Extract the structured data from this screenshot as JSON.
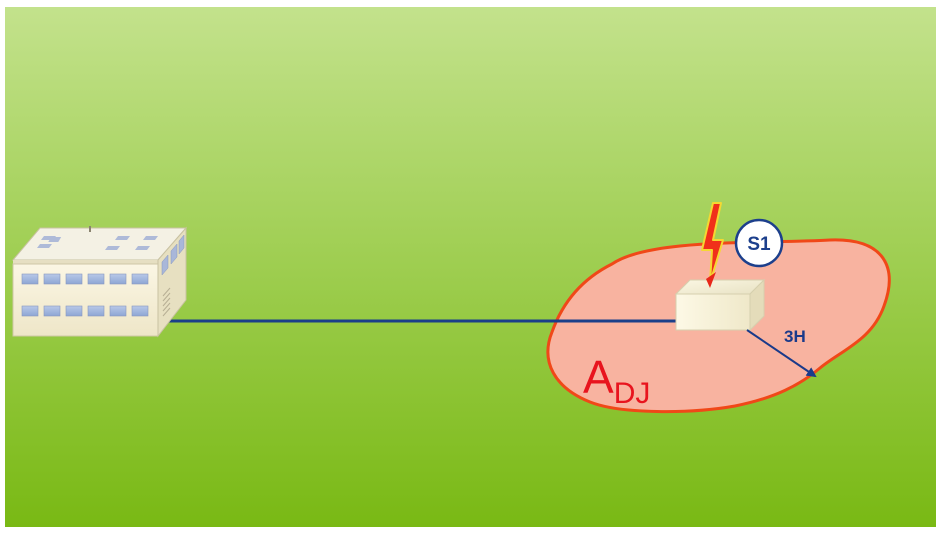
{
  "diagram": {
    "badge_label": "S1",
    "area_label_main": "A",
    "area_label_sub": "DJ",
    "distance_label": "3H"
  },
  "colors": {
    "background_top": "#c1e189",
    "background_bottom": "#7ab915",
    "area_fill": "#f8b4a0",
    "area_stroke": "#f04818",
    "cable": "#1a3f8a",
    "badge_stroke": "#1c3f8c",
    "label_red": "#e8141e",
    "label_blue": "#1a3a8a"
  },
  "icons": [
    "building-icon",
    "lightning-icon",
    "structure-box-icon"
  ]
}
